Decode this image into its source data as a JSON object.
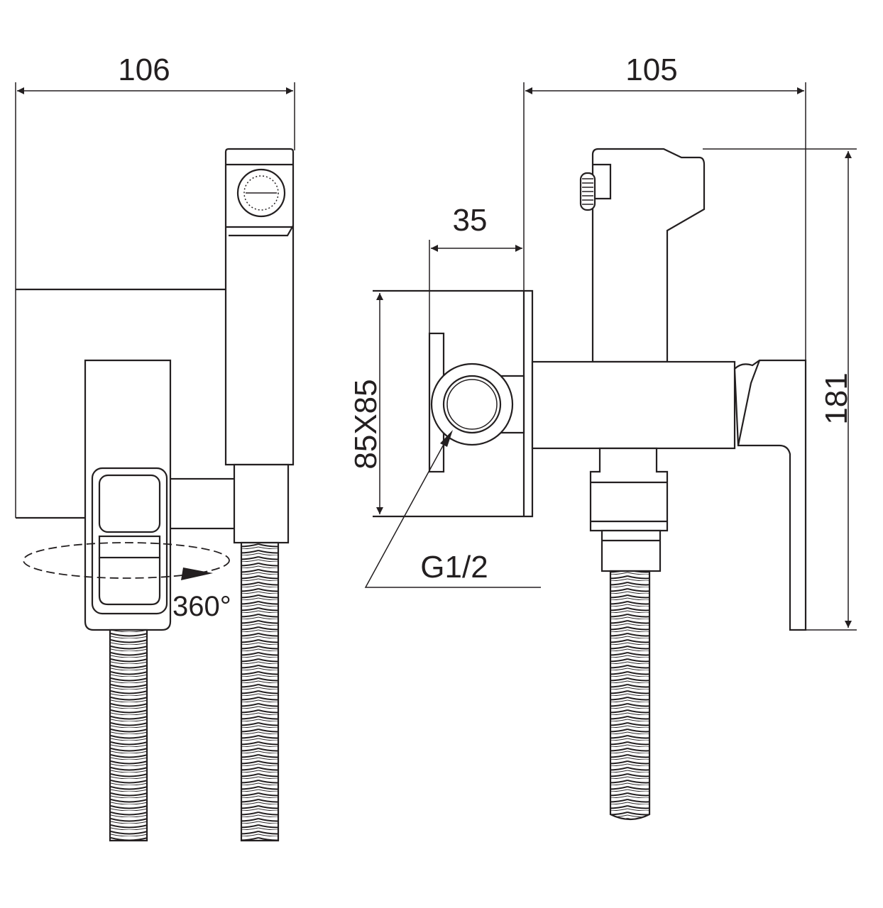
{
  "front_view": {
    "width_dim": "106",
    "rotation_label": "360°"
  },
  "side_view": {
    "depth_dim": "105",
    "offset_dim": "35",
    "box_dim": "85X85",
    "thread_label": "G1/2",
    "height_dim": "181"
  },
  "colors": {
    "line": "#231f20",
    "background": "#ffffff"
  }
}
